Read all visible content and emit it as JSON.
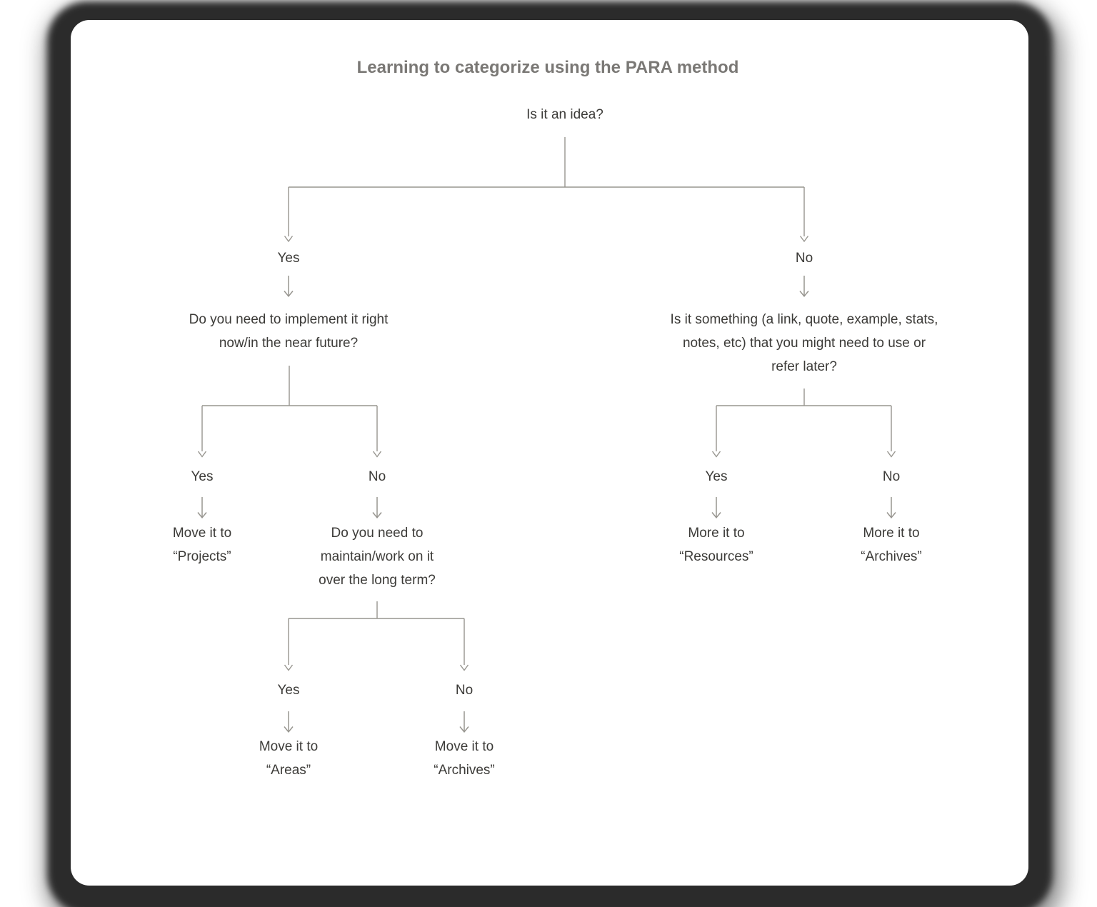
{
  "colors": {
    "text": "#3c3b38",
    "title": "#7a7875",
    "line": "#97958f",
    "frame": "#2b2b2b",
    "card": "#ffffff"
  },
  "diagram": {
    "title": "Learning to categorize using the PARA method",
    "root_question": "Is it an idea?",
    "branch_yes": {
      "label": "Yes",
      "question": "Do you need to implement it right\nnow/in the near future?",
      "yes": {
        "label": "Yes",
        "result": "Move it to\n“Projects”"
      },
      "no": {
        "label": "No",
        "question": "Do you need to\nmaintain/work on it\nover the long term?",
        "yes": {
          "label": "Yes",
          "result": "Move it to\n“Areas”"
        },
        "no": {
          "label": "No",
          "result": "Move it to\n“Archives”"
        }
      }
    },
    "branch_no": {
      "label": "No",
      "question": "Is it something (a link, quote, example, stats,\nnotes, etc) that you might need to use or\nrefer later?",
      "yes": {
        "label": "Yes",
        "result": "More it to\n“Resources”"
      },
      "no": {
        "label": "No",
        "result": "More it to\n“Archives”"
      }
    }
  }
}
